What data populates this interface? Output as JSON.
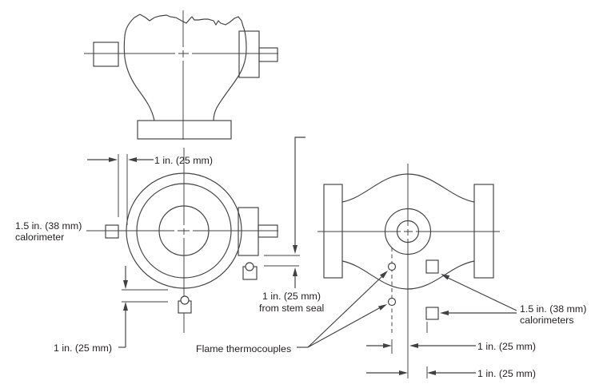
{
  "diagram": {
    "labels": {
      "plan_top_dim": "1 in. (25 mm)",
      "left_calorimeter_line1": "1.5 in. (38 mm)",
      "left_calorimeter_line2": "calorimeter",
      "plan_bottom_dim": "1 in. (25 mm)",
      "stem_seal_dim_line1": "1 in. (25 mm)",
      "stem_seal_dim_line2": "from stem seal",
      "flame_thermocouples": "Flame thermocouples",
      "right_calorimeters_line1": "1.5 in. (38 mm)",
      "right_calorimeters_line2": "calorimeters",
      "side_dim_row1": "1 in. (25 mm)",
      "side_dim_row2": "1 in. (25 mm)"
    },
    "colors": {
      "line": "#414042",
      "text": "#231f20",
      "background": "#ffffff"
    }
  }
}
